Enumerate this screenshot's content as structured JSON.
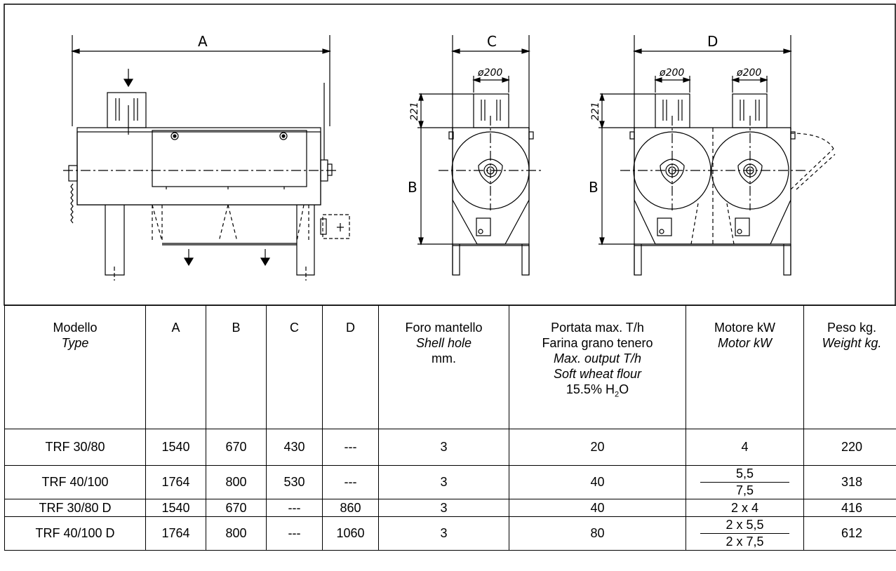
{
  "drawing": {
    "labels": {
      "A": "A",
      "B": "B",
      "C": "C",
      "D": "D",
      "diameter": "ø200",
      "height_221": "221"
    }
  },
  "table": {
    "headers": {
      "model": {
        "it_line1": "Modello",
        "en_line1": "Type"
      },
      "a": "A",
      "b": "B",
      "c": "C",
      "d": "D",
      "shell_hole": {
        "it": "Foro mantello",
        "en": "Shell hole",
        "unit": "mm."
      },
      "output": {
        "it_line1": "Portata max. T/h",
        "it_line2": "Farina grano tenero",
        "en_line1": "Max. output T/h",
        "en_line2": "Soft wheat flour",
        "moisture": "15.5% H",
        "moisture_sub": "2",
        "moisture_tail": "O"
      },
      "motor": {
        "it": "Motore kW",
        "en": "Motor kW"
      },
      "weight": {
        "it": "Peso kg.",
        "en": "Weight kg."
      }
    },
    "rows": [
      {
        "model": "TRF 30/80",
        "a": "1540",
        "b": "670",
        "c": "430",
        "d": "---",
        "hole": "3",
        "output": "20",
        "motor": "4",
        "weight": "220"
      },
      {
        "model": "TRF 40/100",
        "a": "1764",
        "b": "800",
        "c": "530",
        "d": "---",
        "hole": "3",
        "output": "40",
        "motor_top": "5,5",
        "motor_bottom": "7,5",
        "weight": "318"
      },
      {
        "model": "TRF 30/80 D",
        "a": "1540",
        "b": "670",
        "c": "---",
        "d": "860",
        "hole": "3",
        "output": "40",
        "motor": "2 x 4",
        "weight": "416"
      },
      {
        "model": "TRF 40/100 D",
        "a": "1764",
        "b": "800",
        "c": "---",
        "d": "1060",
        "hole": "3",
        "output": "80",
        "motor_top": "2 x 5,5",
        "motor_bottom": "2 x 7,5",
        "weight": "612"
      }
    ]
  }
}
